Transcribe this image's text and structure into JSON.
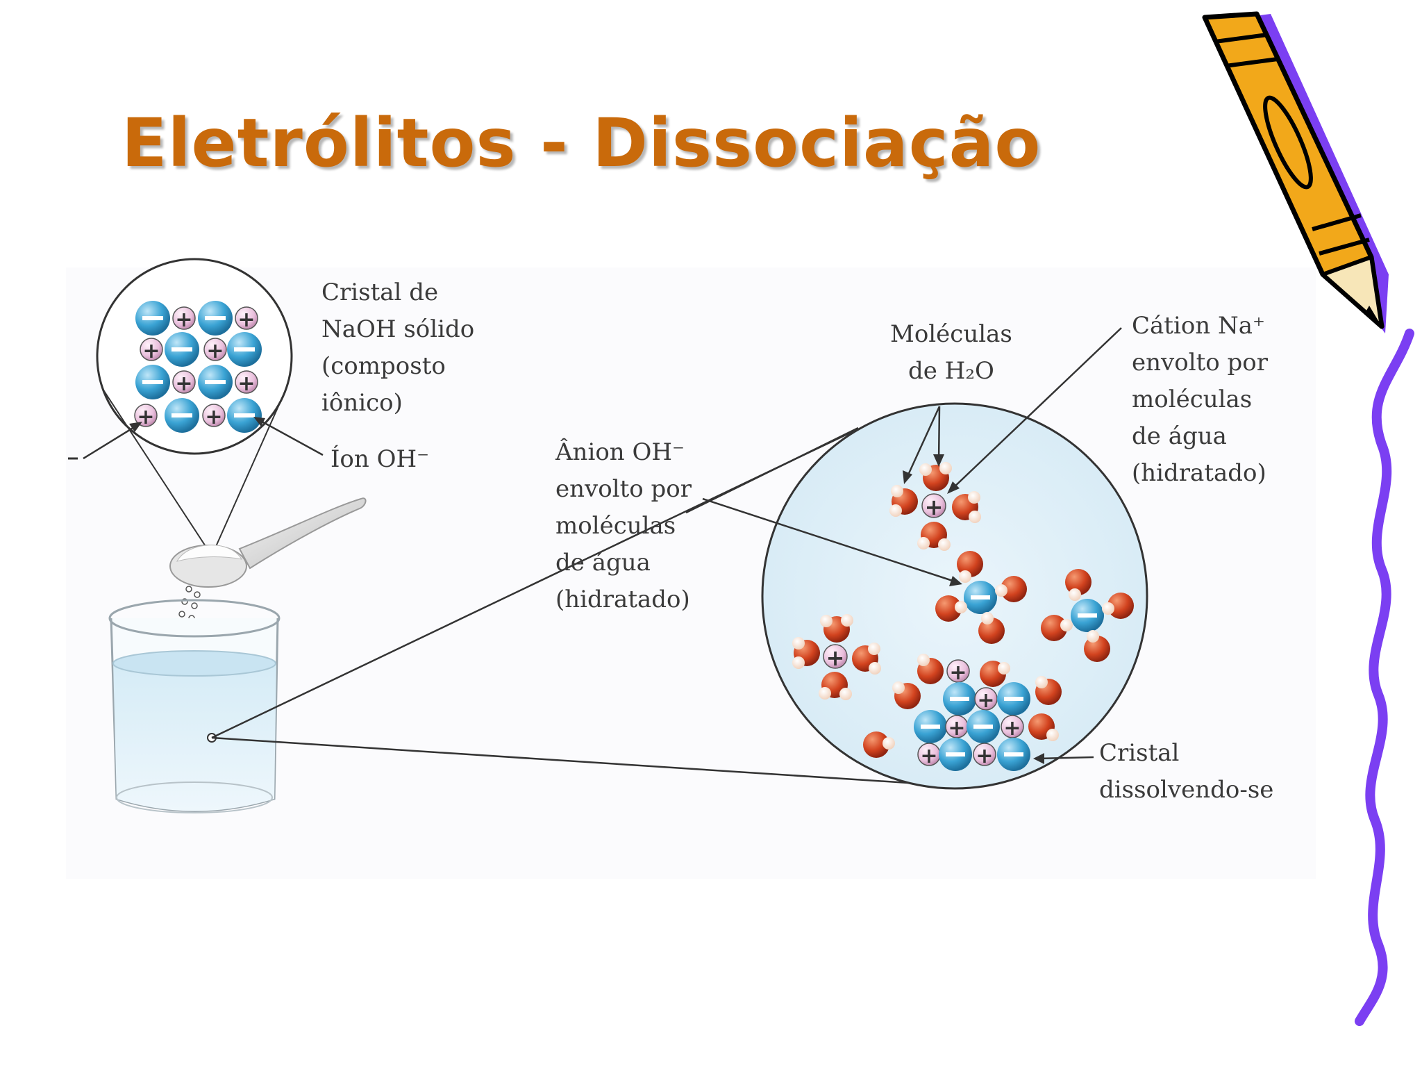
{
  "title": "Eletrólitos - Dissociação",
  "labels": {
    "crystal_solid": [
      "Cristal de",
      "NaOH sólido",
      "(composto",
      "iônico)"
    ],
    "ion_oh": "Íon OH⁻",
    "water_molecules": [
      "Moléculas",
      "de H₂O"
    ],
    "cation_na": [
      "Cátion Na⁺",
      "envolto por",
      "moléculas",
      "de água",
      "(hidratado)"
    ],
    "anion_oh": [
      "Ânion OH⁻",
      "envolto por",
      "moléculas",
      "de água",
      "(hidratado)"
    ],
    "crystal_dissolving": [
      "Cristal",
      "dissolvendo-se"
    ]
  },
  "ion_symbols": {
    "cation": "+",
    "anion": "−"
  },
  "colors": {
    "title": "#c96a0b",
    "anion": "#3aa3d4",
    "cation": "#e9bfdc",
    "oxygen": "#d2431f",
    "hydrogen": "#fbe3d2",
    "solution": "#deeff8",
    "pencil_body": "#f2a81a",
    "pencil_shadow": "#7b3ff2",
    "ribbon": "#7b3ff2"
  },
  "icons": {
    "decoration": "pencil-icon",
    "border": "wavy-ribbon"
  }
}
